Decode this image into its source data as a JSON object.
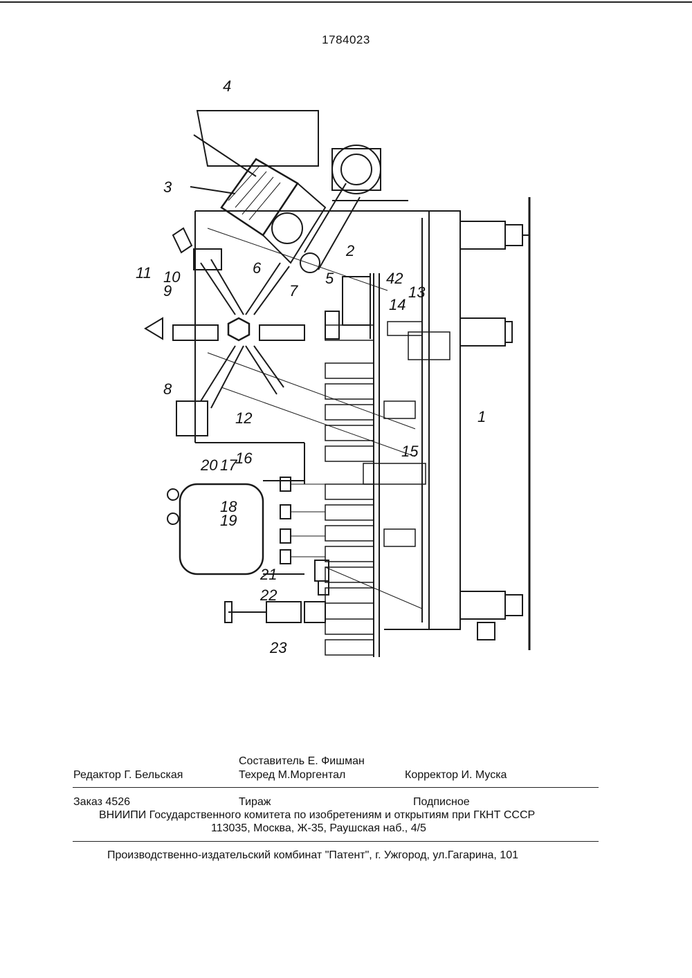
{
  "header": {
    "patent_number": "1784023"
  },
  "figure": {
    "reference_labels": [
      "1",
      "2",
      "3",
      "4",
      "5",
      "6",
      "7",
      "8",
      "9",
      "10",
      "11",
      "12",
      "13",
      "14",
      "15",
      "16",
      "17",
      "18",
      "19",
      "20",
      "21",
      "22",
      "23",
      "42"
    ]
  },
  "imprint": {
    "compiler": "Составитель  Е. Фишман",
    "editor": "Редактор  Г. Бельская",
    "techred": "Техред М.Моргентал",
    "corrector": "Корректор  И. Муска",
    "order": "Заказ  4526",
    "circulation": "Тираж",
    "subscription": "Подписное",
    "institution": "ВНИИПИ Государственного комитета по изобретениям и открытиям при ГКНТ СССР",
    "address": "113035, Москва, Ж-35, Раушская наб., 4/5",
    "publisher": "Производственно-издательский комбинат \"Патент\", г. Ужгород, ул.Гагарина, 101"
  }
}
